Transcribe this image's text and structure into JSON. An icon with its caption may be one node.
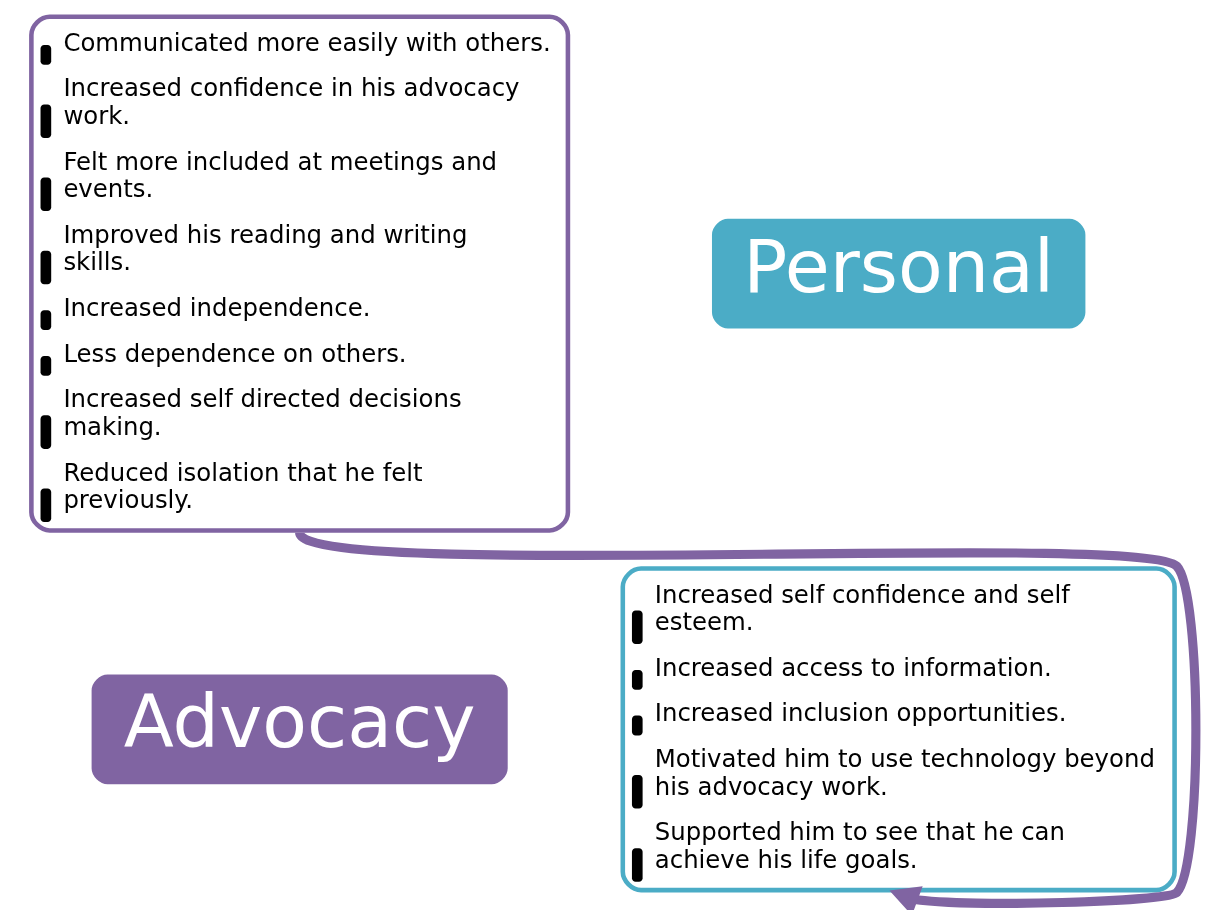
{
  "diagram": {
    "nodes": [
      {
        "text": [
          "Communicated more easily with others.",
          "Increased confidence in his advocacy work.",
          "Felt more included at meetings and events.",
          "Improved his reading and writing skills.",
          "Increased independence.",
          "Less dependence on others.",
          "Increased self directed decisions making.",
          "Reduced isolation that he felt previously."
        ]
      },
      {
        "text": [
          "Advocacy"
        ]
      },
      {
        "text": [
          "Increased self confidence and self esteem.",
          "Increased access to information.",
          "Increased inclusion opportunities.",
          "Motivated him to use technology beyond his advocacy work.",
          "Supported him to see that he can achieve his life goals."
        ]
      },
      {
        "text": [
          "Personal"
        ]
      }
    ],
    "edges": [
      {
        "from": 0,
        "to": 2,
        "arrow": "to"
      }
    ]
  }
}
